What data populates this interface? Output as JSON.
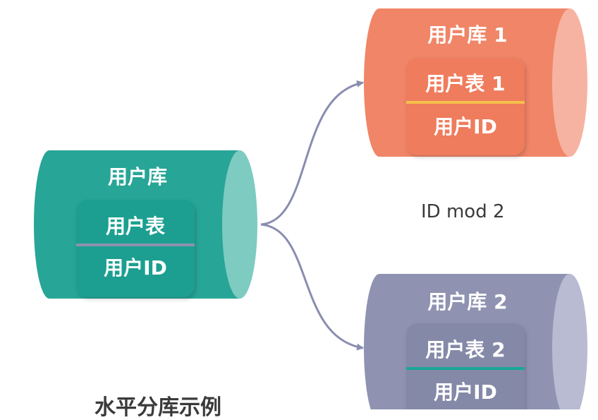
{
  "source_db": {
    "name": "用户库",
    "table": "用户表",
    "field": "用户ID",
    "color_body": "#27a596",
    "color_end": "#7ecbc1",
    "color_card": "#1f9f90",
    "color_divider": "#8f91ad"
  },
  "shard1": {
    "name": "用户库 1",
    "table": "用户表 1",
    "field": "用户ID",
    "color_body": "#f08567",
    "color_end": "#f7b3a1",
    "color_card": "#ef7b5d",
    "color_divider": "#f5c04b"
  },
  "shard2": {
    "name": "用户库 2",
    "table": "用户表 2",
    "field": "用户ID",
    "color_body": "#8f93b1",
    "color_end": "#b8bbd1",
    "color_card": "#8589a8",
    "color_divider": "#19a896"
  },
  "rule_label": "ID mod 2",
  "caption": "水平分库示例",
  "arrow_color": "#8a8db0"
}
